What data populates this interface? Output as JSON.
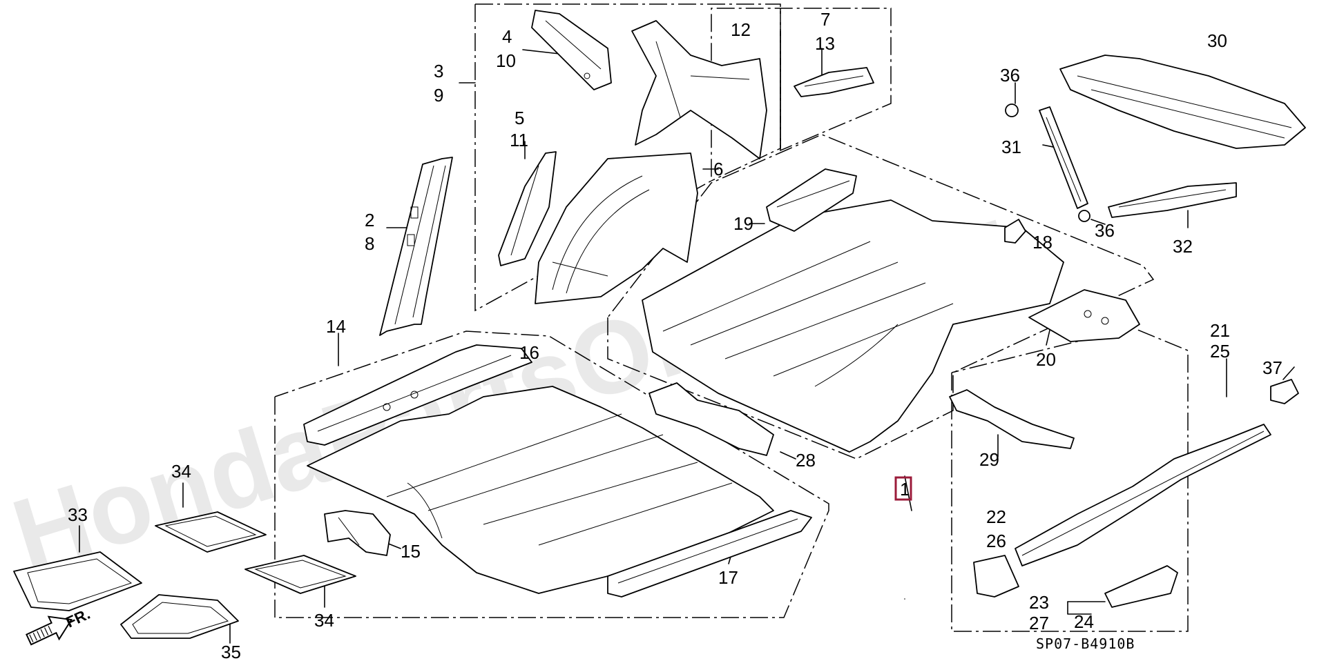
{
  "watermark": "HondaPartsOnline.ru",
  "diagram_code": "SP07-B4910B",
  "front_arrow": {
    "label": "FR.",
    "icon": "arrow-front-icon"
  },
  "highlight_color": "#9b1b3a",
  "callouts": {
    "c1": "1",
    "c2": "2",
    "c8": "8",
    "c3": "3",
    "c9": "9",
    "c4": "4",
    "c10": "10",
    "c5": "5",
    "c11": "11",
    "c6": "6",
    "c7": "7",
    "c13": "13",
    "c12": "12",
    "c14": "14",
    "c15": "15",
    "c16": "16",
    "c17": "17",
    "c18": "18",
    "c19": "19",
    "c20": "20",
    "c21": "21",
    "c25": "25",
    "c22": "22",
    "c26": "26",
    "c23": "23",
    "c27": "27",
    "c24": "24",
    "c28": "28",
    "c29": "29",
    "c30": "30",
    "c31": "31",
    "c32": "32",
    "c33": "33",
    "c34a": "34",
    "c34b": "34",
    "c35": "35",
    "c36a": "36",
    "c36b": "36",
    "c37": "37"
  }
}
